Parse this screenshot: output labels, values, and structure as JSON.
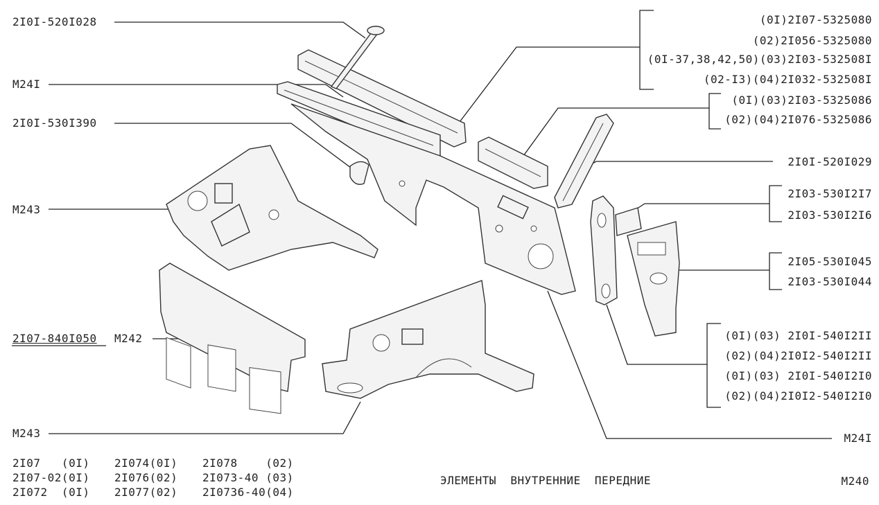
{
  "callouts_left": [
    "2I0I-520I028",
    "M24I",
    "2I0I-530I390",
    "M243",
    "2I07-840I050",
    "M242",
    "M243"
  ],
  "callouts_right": {
    "group1": [
      "(0I)2I07-5325080",
      "(02)2I056-5325080",
      "(0I-37,38,42,50)(03)2I03-532508I",
      "(02-I3)(04)2I032-532508I"
    ],
    "group2": [
      "(0I)(03)2I03-5325086",
      "(02)(04)2I076-5325086"
    ],
    "single1": "2I0I-520I029",
    "group3": [
      "2I03-530I2I7",
      "2I03-530I2I6"
    ],
    "group4": [
      "2I05-530I045",
      "2I03-530I044"
    ],
    "group5": [
      "(0I)(03) 2I0I-540I2II",
      "(02)(04)2I0I2-540I2II",
      "(0I)(03) 2I0I-540I2I0",
      "(02)(04)2I0I2-540I2I0"
    ],
    "single2": "M24I"
  },
  "models": {
    "col1": [
      "2I07   (0I)",
      "2I07-02(0I)",
      "2I072  (0I)"
    ],
    "col2": [
      "2I074(0I)",
      "2I076(02)",
      "2I077(02)"
    ],
    "col3": [
      "2I078    (02)",
      "2I073-40 (03)",
      "2I0736-40(04)"
    ]
  },
  "title": "ЭЛЕМЕНТЫ  ВНУТРЕННИЕ  ПЕРЕДНИЕ",
  "page_code": "M240"
}
